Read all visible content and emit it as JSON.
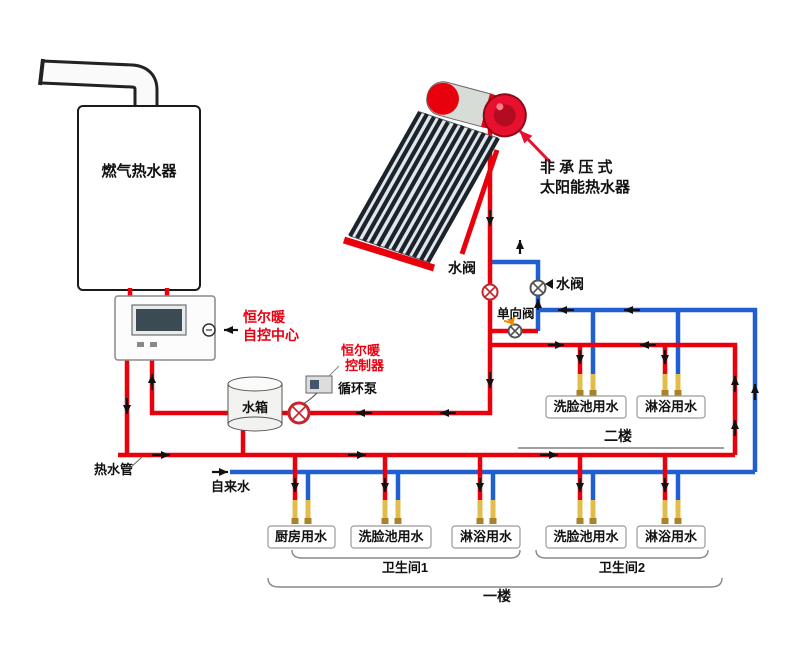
{
  "colors": {
    "hot": "#e8000d",
    "cold": "#1f5fd0",
    "accent": "#e60012",
    "tap": "#e3bd4a"
  },
  "equipment": {
    "gas_heater": "燃气热水器",
    "solar_heater_line1": "非 承 压 式",
    "solar_heater_line2": "太阳能热水器",
    "control_center_line1": "恒尔暖",
    "control_center_line2": "自控中心",
    "pump_controller_line1": "恒尔暖",
    "pump_controller_line2": "控制器",
    "pump": "循环泵",
    "water_tank": "水箱"
  },
  "annotations": {
    "valve_top": "水阀",
    "valve_right": "水阀",
    "check_valve": "单向阀",
    "hot_water_pipe": "热水管",
    "tap_water": "自来水"
  },
  "floors": {
    "second_floor": "二楼",
    "first_floor": "一楼",
    "bathroom_1": "卫生间1",
    "bathroom_2": "卫生间2"
  },
  "fixtures_2f": [
    "洗脸池用水",
    "淋浴用水"
  ],
  "fixtures_1f": [
    "厨房用水",
    "洗脸池用水",
    "淋浴用水",
    "洗脸池用水",
    "淋浴用水"
  ]
}
